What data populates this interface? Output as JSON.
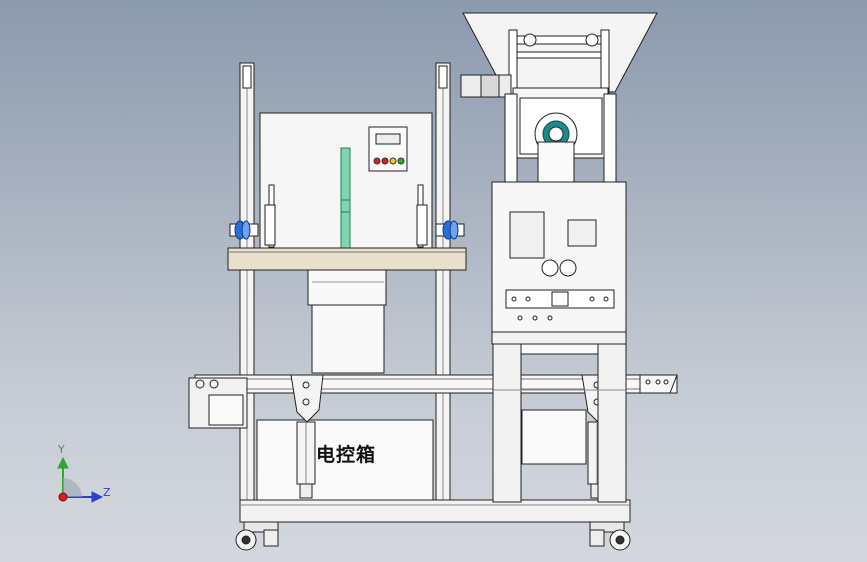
{
  "drawing": {
    "control_box_label": "电控箱"
  },
  "axis_triad": {
    "y_label": "Y",
    "z_label": "Z",
    "colors": {
      "y": "#2ea82e",
      "z": "#2a3fd0",
      "origin": "#d42020"
    }
  },
  "colors": {
    "background_top": "#8c9aae",
    "background_bottom": "#d4d8de",
    "frame_line": "#222222",
    "panel_fill": "#f6f6f6",
    "tray_fill": "#e8e0cc",
    "accent_blue": "#2b6fd6",
    "accent_green": "#7ed6b0"
  },
  "indicator_lights": [
    "#e02020",
    "#e02020",
    "#e8d020",
    "#30b030"
  ]
}
